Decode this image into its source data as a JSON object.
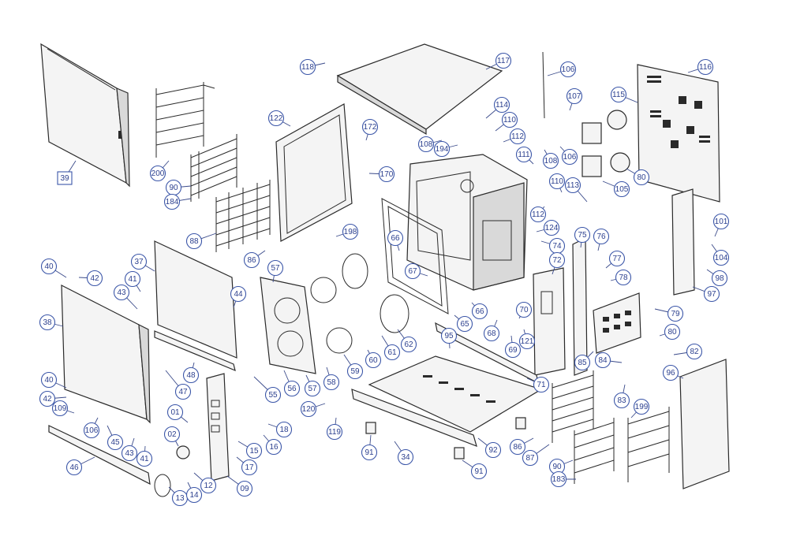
{
  "title": "",
  "callouts": [
    "39",
    "200",
    "90",
    "184",
    "88",
    "122",
    "118",
    "117",
    "172",
    "170",
    "86",
    "198",
    "106",
    "107",
    "116",
    "115",
    "108",
    "114",
    "110",
    "112",
    "111",
    "194",
    "106b",
    "108b",
    "80",
    "105",
    "110b",
    "113",
    "112b",
    "124",
    "74",
    "75",
    "76",
    "72",
    "66",
    "67",
    "65",
    "66b",
    "77",
    "78",
    "101",
    "104",
    "98",
    "97",
    "79",
    "80b",
    "82",
    "84",
    "85",
    "96",
    "40",
    "42",
    "37",
    "41",
    "43",
    "38",
    "44",
    "57",
    "57b",
    "56",
    "55",
    "58",
    "59",
    "60",
    "61",
    "62",
    "70",
    "68",
    "69",
    "121",
    "95",
    "71",
    "48",
    "47",
    "40b",
    "42b",
    "109",
    "106c",
    "45",
    "43b",
    "41b",
    "46",
    "01",
    "02",
    "12",
    "13",
    "14",
    "15",
    "16",
    "17",
    "18",
    "09",
    "120",
    "119",
    "91",
    "34",
    "92",
    "91b",
    "86b",
    "87",
    "90b",
    "183",
    "199",
    "83"
  ],
  "labels": {
    "39": "39",
    "200": "200",
    "90": "90",
    "184": "184",
    "88": "88",
    "122": "122",
    "118": "118",
    "117": "117",
    "172": "172",
    "170": "170",
    "86": "86",
    "198": "198",
    "106": "106",
    "107": "107",
    "116": "116",
    "115": "115",
    "108": "108",
    "114": "114",
    "110": "110",
    "112": "112",
    "111": "111",
    "194": "194",
    "106b": "106",
    "108b": "108",
    "80": "80",
    "105": "105",
    "110b": "110",
    "113": "113",
    "112b": "112",
    "124": "124",
    "74": "74",
    "75": "75",
    "76": "76",
    "72": "72",
    "66": "66",
    "67": "67",
    "65": "65",
    "66b": "66",
    "77": "77",
    "78": "78",
    "101": "101",
    "104": "104",
    "98": "98",
    "97": "97",
    "79": "79",
    "80b": "80",
    "82": "82",
    "84": "84",
    "85": "85",
    "96": "96",
    "40": "40",
    "42": "42",
    "37": "37",
    "41": "41",
    "43": "43",
    "38": "38",
    "44": "44",
    "57": "57",
    "57b": "57",
    "56": "56",
    "55": "55",
    "58": "58",
    "59": "59",
    "60": "60",
    "61": "61",
    "62": "62",
    "70": "70",
    "68": "68",
    "69": "69",
    "121": "121",
    "95": "95",
    "71": "71",
    "48": "48",
    "47": "47",
    "40b": "40",
    "42b": "42",
    "109": "109",
    "106c": "106",
    "45": "45",
    "43b": "43",
    "41b": "41",
    "46": "46",
    "01": "01",
    "02": "02",
    "12": "12",
    "13": "13",
    "14": "14",
    "15": "15",
    "16": "16",
    "17": "17",
    "18": "18",
    "09": "09",
    "120": "120",
    "119": "119",
    "91": "91",
    "34": "34",
    "92": "92",
    "91b": "91",
    "86b": "86",
    "87": "87",
    "90b": "90",
    "183": "183",
    "199": "199",
    "83": "83"
  },
  "boxed_callouts": [
    "39"
  ]
}
